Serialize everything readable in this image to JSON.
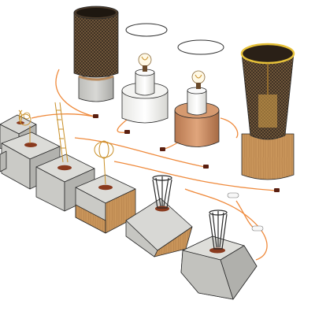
{
  "scene": {
    "background_color": "#ffffff",
    "colors": {
      "concrete_top": "#d9d9d6",
      "concrete_left": "#c9c9c5",
      "concrete_right": "#b4b4b0",
      "wood": "#c9955a",
      "wood_dark": "#a8743f",
      "copper": "#c98a5e",
      "cable": "#ef8a3c",
      "mesh_dark": "#2e2419",
      "brass_rim": "#e7c23a",
      "socket": "#8a3a1e",
      "white_ceramic": "#f2f2f0"
    },
    "objects": [
      {
        "name": "mesh-cylinder-lamp",
        "material": "dark-mesh-on-concrete"
      },
      {
        "name": "floating-ring-left",
        "material": "outline"
      },
      {
        "name": "white-pot-bulb-lamp-left",
        "material": "white-ceramic"
      },
      {
        "name": "floating-ring-right",
        "material": "outline"
      },
      {
        "name": "copper-pot-bulb-lamp",
        "material": "copper"
      },
      {
        "name": "tall-mesh-cone-lamp",
        "material": "dark-mesh-on-wood"
      },
      {
        "name": "concrete-cube-lamps",
        "count": 7
      }
    ]
  }
}
